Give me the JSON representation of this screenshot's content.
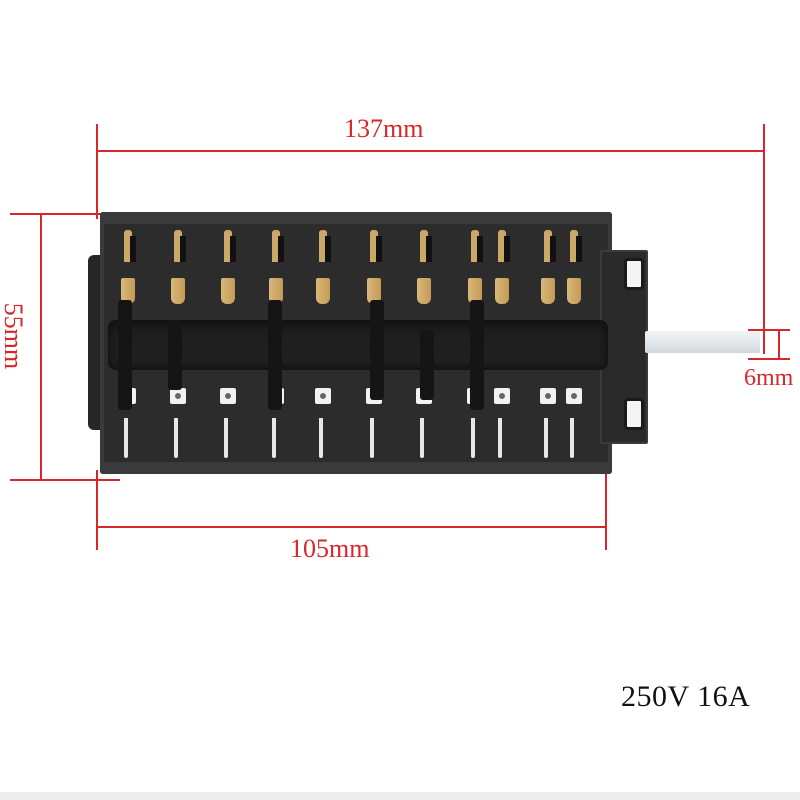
{
  "product": {
    "type": "rotary oven selector switch",
    "colors": {
      "annotation_red": "#d9262b",
      "body": "#2c2c2c",
      "brass_contact": "#c9a86a",
      "shaft": "#e3e8eb"
    }
  },
  "dimensions": {
    "total_length": "137mm",
    "body_length": "105mm",
    "height": "55mm",
    "shaft_diameter": "6mm"
  },
  "spec_label": "250V  16A",
  "contacts": {
    "top_columns": [
      128,
      178,
      228,
      276,
      323,
      374,
      424,
      475,
      502,
      548,
      574
    ],
    "bottom_columns": [
      128,
      178,
      228,
      276,
      323,
      374,
      424,
      475,
      502,
      548,
      574
    ]
  }
}
